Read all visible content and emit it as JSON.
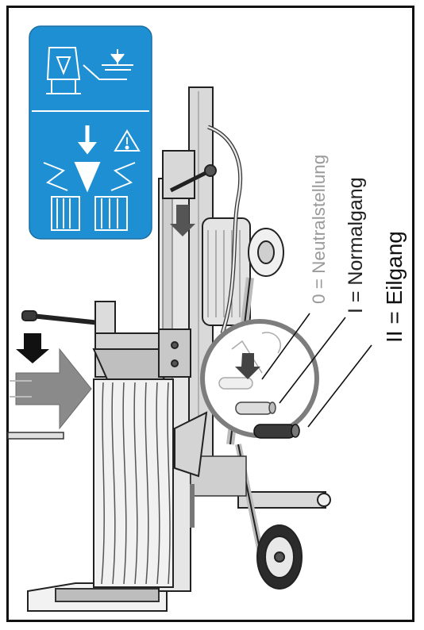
{
  "labels": {
    "neutral": "0 = Neutralstellung",
    "normal": "I  = Normalgang",
    "eilgang": "II = Eilgang"
  },
  "icons": {
    "top": "operator-seat-lever-icon",
    "bottom": "warning-splitting-wedge-icon"
  },
  "colors": {
    "panel_blue": "#1d8fd2",
    "gray_label": "#9a9a9a",
    "ink": "#111111"
  }
}
